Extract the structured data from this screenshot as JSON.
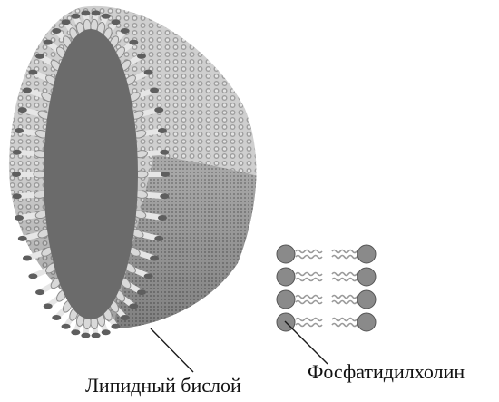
{
  "figure": {
    "labels": {
      "bilayer": "Липидный бислой",
      "phosphatidylcholine": "Фосфатидилхолин"
    },
    "colors": {
      "background": "#ffffff",
      "core": "#6b6b6b",
      "shell_light": "#bdbdbd",
      "shell_dark": "#7c7c7c",
      "head": "#8a8a8a",
      "tail": "#9a9a9a",
      "line": "#1a1a1a"
    },
    "molecule_rows": 4
  }
}
